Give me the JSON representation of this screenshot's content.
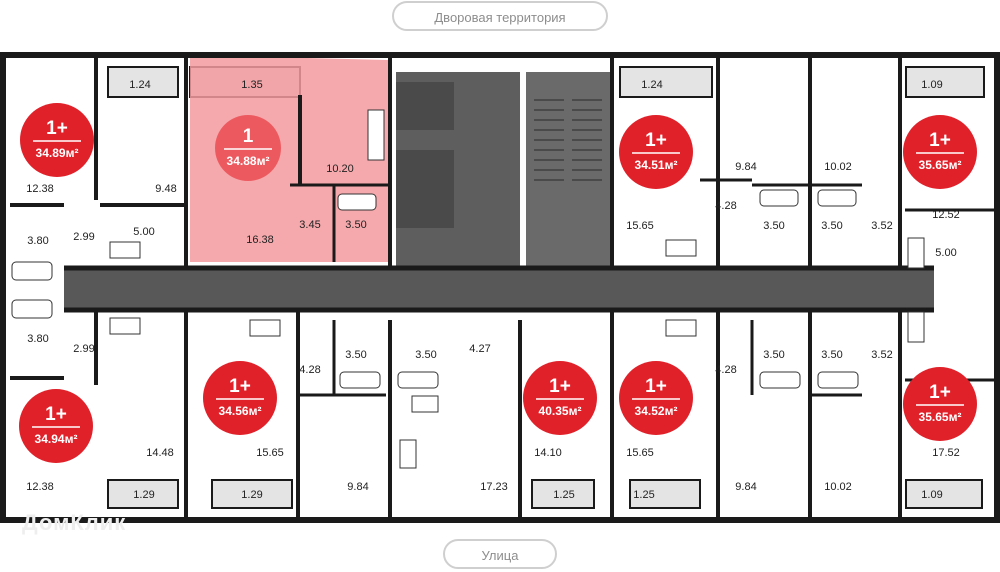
{
  "labels": {
    "top": "Дворовая территория",
    "bottom": "Улица",
    "watermark": "ДомКлик"
  },
  "colors": {
    "wall": "#1a1a1a",
    "corridor": "#585858",
    "core": "#5e5e5e",
    "badge": "#e0212a",
    "highlight": "#f39a9d",
    "balcony": "#e4e4e4"
  },
  "apartments": [
    {
      "id": "a1",
      "rooms": "1+",
      "area": "34.89м²",
      "highlighted": false
    },
    {
      "id": "a2",
      "rooms": "1",
      "area": "34.88м²",
      "highlighted": true
    },
    {
      "id": "a3",
      "rooms": "1+",
      "area": "34.51м²",
      "highlighted": false
    },
    {
      "id": "a4",
      "rooms": "1+",
      "area": "35.65м²",
      "highlighted": false
    },
    {
      "id": "a5",
      "rooms": "1+",
      "area": "34.94м²",
      "highlighted": false
    },
    {
      "id": "a6",
      "rooms": "1+",
      "area": "34.56м²",
      "highlighted": false
    },
    {
      "id": "a7",
      "rooms": "1+",
      "area": "40.35м²",
      "highlighted": false
    },
    {
      "id": "a8",
      "rooms": "1+",
      "area": "34.52м²",
      "highlighted": false
    },
    {
      "id": "a9",
      "rooms": "1+",
      "area": "35.65м²",
      "highlighted": false
    }
  ],
  "room_areas": [
    "1.24",
    "1.35",
    "1.24",
    "1.09",
    "12.38",
    "9.48",
    "10.20",
    "9.84",
    "10.02",
    "12.52",
    "2.99",
    "3.80",
    "5.00",
    "16.38",
    "3.45",
    "3.50",
    "15.65",
    "4.28",
    "3.50",
    "3.50",
    "3.52",
    "5.00",
    "3.80",
    "2.99",
    "4.28",
    "3.50",
    "3.50",
    "4.27",
    "4.28",
    "3.50",
    "3.50",
    "3.52",
    "14.48",
    "15.65",
    "14.10",
    "15.65",
    "17.52",
    "12.38",
    "9.84",
    "17.23",
    "9.84",
    "10.02",
    "1.29",
    "1.29",
    "1.25",
    "1.25",
    "1.09"
  ]
}
